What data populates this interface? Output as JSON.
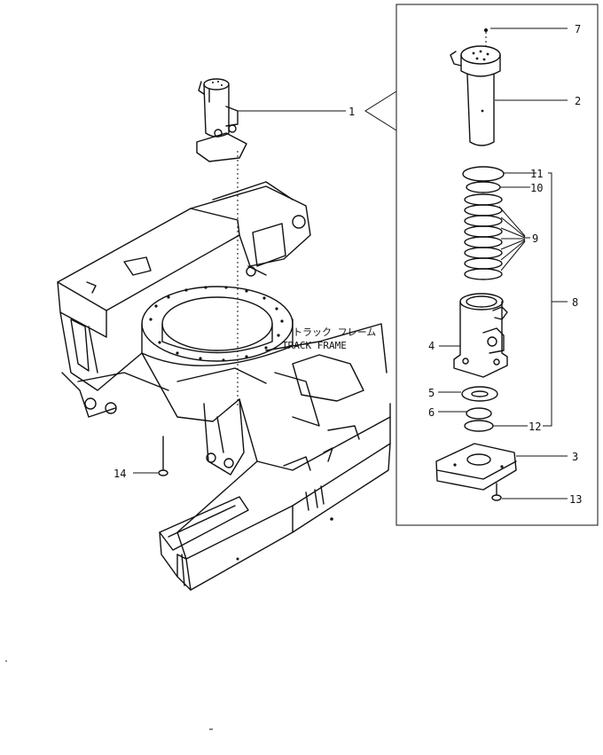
{
  "diagram": {
    "frame_label_jp": "トラック フレーム",
    "frame_label_en": "TRACK FRAME",
    "callouts": {
      "p1": "1",
      "p2": "2",
      "p3": "3",
      "p4": "4",
      "p5": "5",
      "p6": "6",
      "p7": "7",
      "p8": "8",
      "p9": "9",
      "p10": "10",
      "p11": "11",
      "p12": "12",
      "p13": "13",
      "p14": "14"
    }
  }
}
